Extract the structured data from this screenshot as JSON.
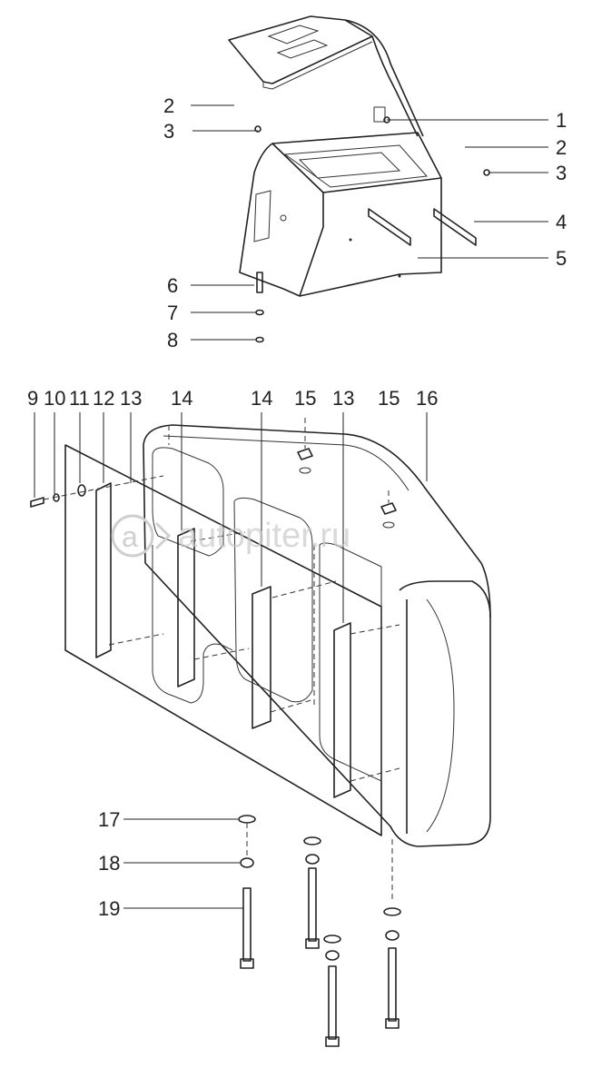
{
  "watermark": "autopiter.ru",
  "callouts": {
    "c1": "1",
    "c2a": "2",
    "c2b": "2",
    "c3a": "3",
    "c3b": "3",
    "c4": "4",
    "c5": "5",
    "c6": "6",
    "c7": "7",
    "c8": "8",
    "c9": "9",
    "c10": "10",
    "c11": "11",
    "c12": "12",
    "c13a": "13",
    "c13b": "13",
    "c14a": "14",
    "c14b": "14",
    "c15a": "15",
    "c15b": "15",
    "c16": "16",
    "c17": "17",
    "c18": "18",
    "c19": "19"
  }
}
